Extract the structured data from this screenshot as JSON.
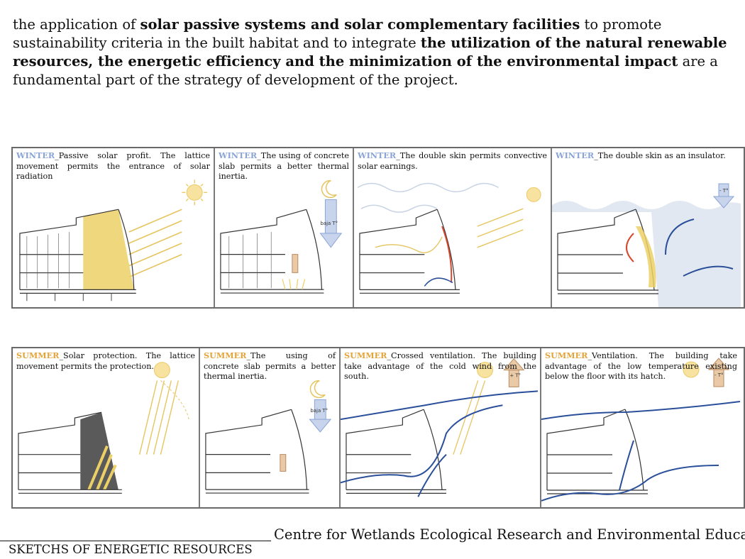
{
  "intro": {
    "t1": "the application of ",
    "b1": "solar passive systems and solar complementary facilities",
    "t2": " to promote sustainability criteria in the built habitat and to integrate ",
    "b2": "the utilization of the natural renewable resources, the energetic efficiency and the minimization of the environmental impact",
    "t3": " are a fundamental part of the strategy of development of the project."
  },
  "winter_panels": [
    {
      "season": "WINTER",
      "caption": "_Passive solar profit. The lattice movement permits the entrance of solar radiation"
    },
    {
      "season": "WINTER",
      "caption": "_The using of concrete slab permits a better thermal inertia.",
      "arrow_label": "baja T°"
    },
    {
      "season": "WINTER",
      "caption": "_The double skin permits convective solar earnings."
    },
    {
      "season": "WINTER",
      "caption": "_The double skin as an insulator.",
      "arrow_label": "- T°"
    }
  ],
  "summer_panels": [
    {
      "season": "SUMMER",
      "caption": "_Solar protection. The lattice movement permits the protection."
    },
    {
      "season": "SUMMER",
      "caption": "_The using of concrete slab permits a better thermal inertia.",
      "arrow_label": "baja T°"
    },
    {
      "season": "SUMMER",
      "caption": "_Crossed ventilation. The building take advantage of the cold wind from the south.",
      "arrow_label": "+ T°"
    },
    {
      "season": "SUMMER",
      "caption": "_Ventilation. The building take advantage of the low temperature existing below the floor with its hatch.",
      "arrow_label": "- T°"
    }
  ],
  "footer": {
    "title": "Centre for Wetlands Ecological Research and Environmental Education",
    "subtitle": "SKETCHS OF ENERGETIC RESOURCES"
  },
  "colors": {
    "winter": "#8aa4d6",
    "summer": "#e3a43a",
    "sun": "#f3d98a",
    "wind": "#2a4f9a",
    "heat": "#d8482e",
    "sky": "#c9d3e6"
  }
}
